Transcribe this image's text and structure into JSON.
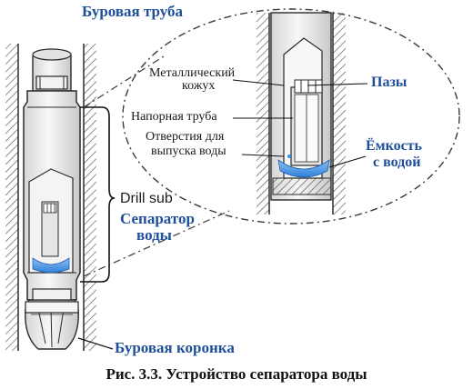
{
  "labels": {
    "drill_pipe": "Буровая труба",
    "drill_sub": "Drill sub",
    "separator_line1": "Сепаратор",
    "separator_line2": "воды",
    "drill_bit": "Буровая коронка",
    "metal_casing_line1": "Металлический",
    "metal_casing_line2": "кожух",
    "pressure_pipe": "Напорная труба",
    "outlets_line1": "Отверстия для",
    "outlets_line2": "выпуска воды",
    "slots": "Пазы",
    "water_tank_line1": "Ёмкость",
    "water_tank_line2": "с водой"
  },
  "caption": "Рис. 3.3. Устройство сепаратора воды",
  "colors": {
    "label_blue": "#1f4f9b",
    "water": "#3a8ee6",
    "metal_fill": "#ececec",
    "outline": "#2a2a2a",
    "hatch": "#555555"
  }
}
